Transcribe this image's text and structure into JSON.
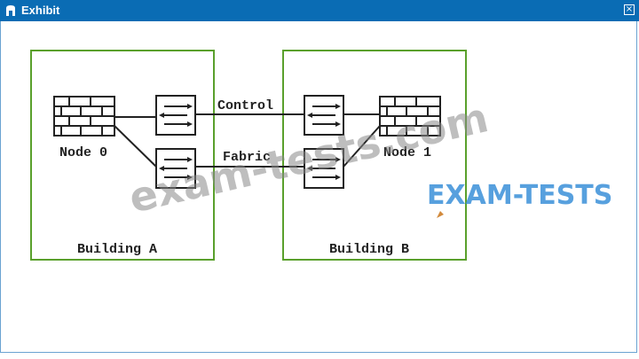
{
  "window": {
    "title": "Exhibit",
    "close_glyph": "×",
    "titlebar_color": "#0a6cb4"
  },
  "diagram": {
    "buildings": [
      {
        "label": "Building A"
      },
      {
        "label": "Building B"
      }
    ],
    "nodes": [
      {
        "label": "Node 0",
        "icon": "firewall-icon"
      },
      {
        "label": "Node 1",
        "icon": "firewall-icon"
      }
    ],
    "links": [
      {
        "label": "Control"
      },
      {
        "label": "Fabric"
      }
    ],
    "building_border_color": "#5aa02c"
  },
  "watermarks": {
    "site": "exam-tests.com",
    "brand_part1": "EX",
    "brand_part2": "AM-TESTS",
    "brand_color": "#3a8fd8"
  }
}
